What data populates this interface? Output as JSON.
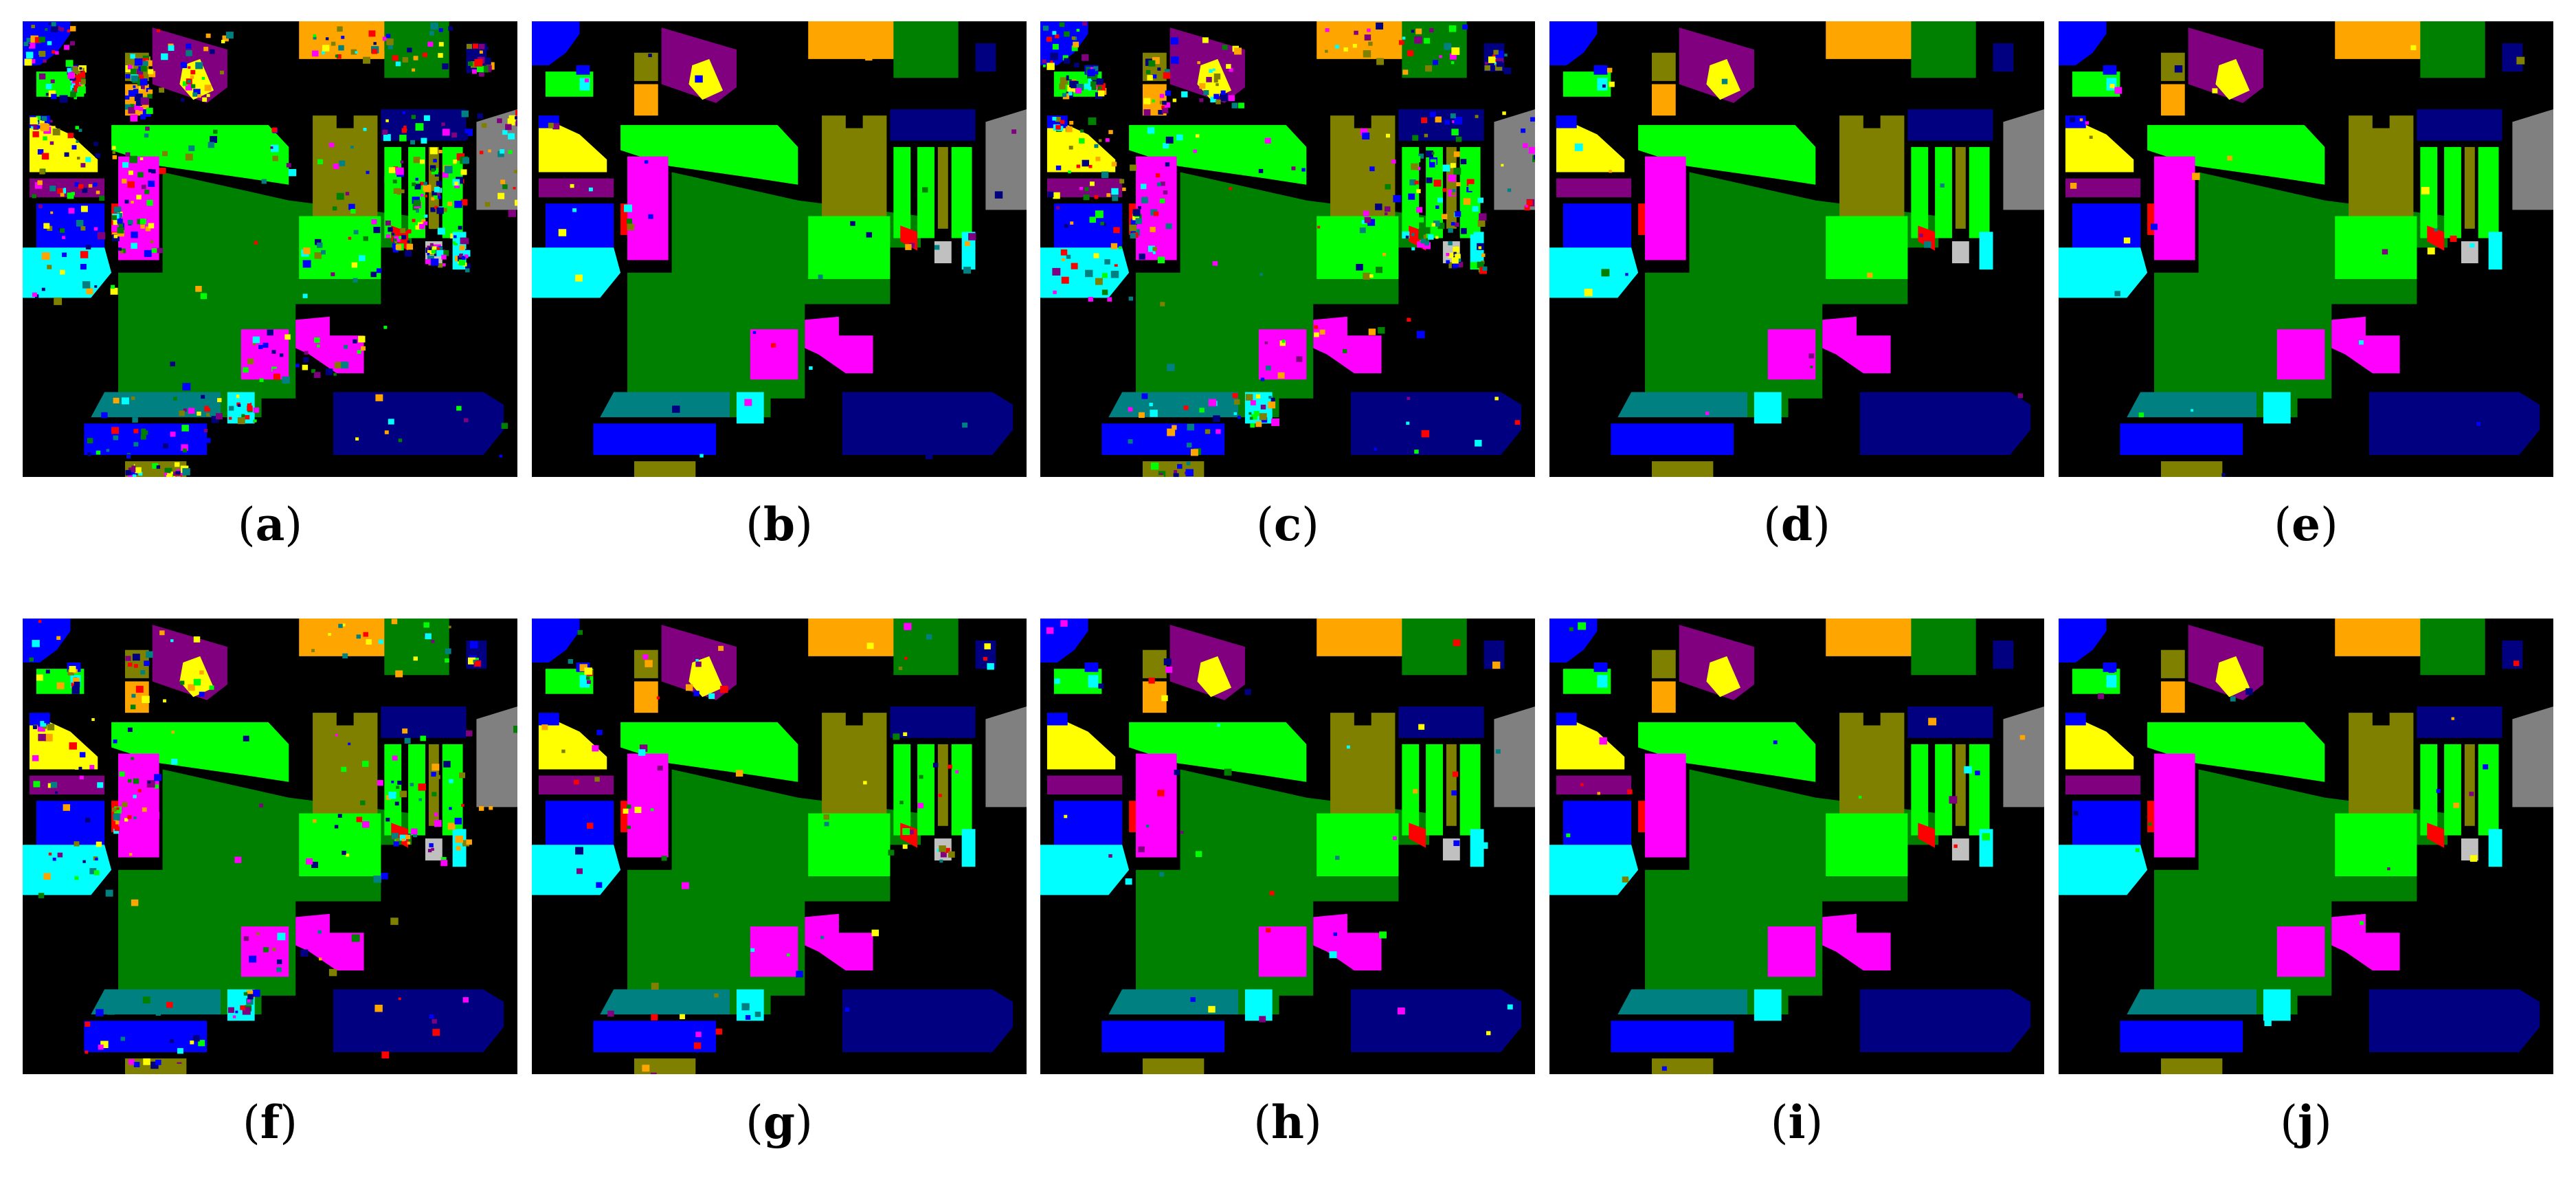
{
  "figure": {
    "panels": [
      {
        "id": "a",
        "caption_letter": "a",
        "noise": 0.85
      },
      {
        "id": "b",
        "caption_letter": "b",
        "noise": 0.04
      },
      {
        "id": "c",
        "caption_letter": "c",
        "noise": 0.55
      },
      {
        "id": "d",
        "caption_letter": "d",
        "noise": 0.02
      },
      {
        "id": "e",
        "caption_letter": "e",
        "noise": 0.03
      },
      {
        "id": "f",
        "caption_letter": "f",
        "noise": 0.3
      },
      {
        "id": "g",
        "caption_letter": "g",
        "noise": 0.1
      },
      {
        "id": "h",
        "caption_letter": "h",
        "noise": 0.05
      },
      {
        "id": "i",
        "caption_letter": "i",
        "noise": 0.02
      },
      {
        "id": "j",
        "caption_letter": "j",
        "noise": 0.02
      }
    ],
    "class_colors": {
      "background": "#000000",
      "blue": "#0000ff",
      "bright_green": "#00ff00",
      "dark_green": "#008000",
      "olive": "#808000",
      "magenta": "#ff00ff",
      "purple": "#800080",
      "yellow": "#ffff00",
      "orange": "#ffa500",
      "cyan": "#00ffff",
      "teal": "#008080",
      "navy": "#000080",
      "gray": "#808080",
      "light_gray": "#c0c0c0",
      "red": "#ff0000"
    }
  }
}
